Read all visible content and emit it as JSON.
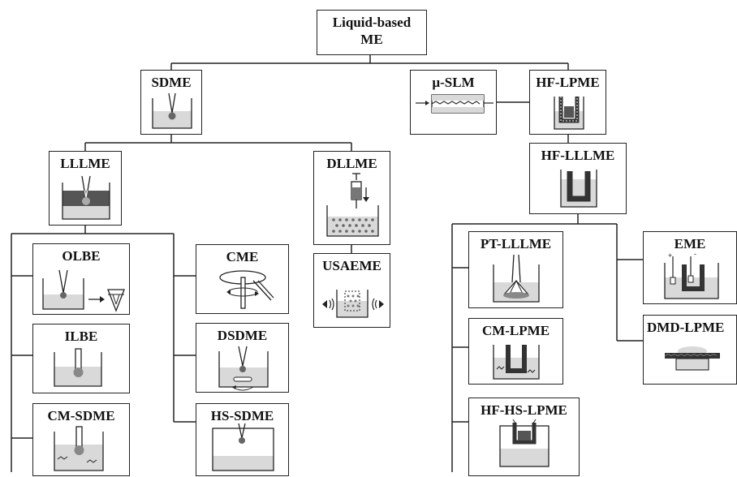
{
  "root": {
    "line1": "Liquid-based",
    "line2": "ME"
  },
  "nodes": {
    "sdme": "SDME",
    "lllme": "LLLME",
    "dllme": "DLLME",
    "usaeme": "USAEME",
    "olbe": "OLBE",
    "ilbe": "ILBE",
    "cm_sdme": "CM-SDME",
    "cme": "CME",
    "dsdme": "DSDME",
    "hs_sdme": "HS-SDME",
    "mu_slm": "µ-SLM",
    "hf_lpme": "HF-LPME",
    "hf_lllme": "HF-LLLME",
    "pt_lllme": "PT-LLLME",
    "cm_lpme": "CM-LPME",
    "hf_hs_lpme": "HF-HS-LPME",
    "eme": "EME",
    "dmd_lpme": "DMD-LPME"
  },
  "colors": {
    "line": "#222222",
    "liquid": "#d9d9d9",
    "dark": "#555555"
  }
}
